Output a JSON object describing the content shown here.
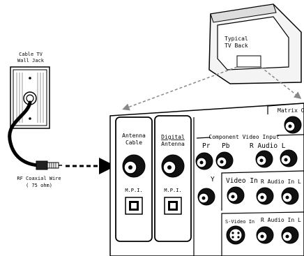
{
  "labels": {
    "wall_jack": [
      "Cable TV",
      "Wall Jack"
    ],
    "coax_wire": [
      "RF Coaxial Wire",
      "( 75 ohm)"
    ],
    "tv_back": [
      "Typical",
      "TV Back"
    ],
    "antenna_cable": [
      "Antenna",
      "Cable"
    ],
    "digital_antenna": [
      "Digital",
      "Antenna"
    ],
    "mpi_1": "M.P.I.",
    "mpi_2": "M.P.I.",
    "component_video_input": "Component Video Input",
    "matrix_out": "Matrix Ou",
    "pr": "Pr",
    "pb": "Pb",
    "r_audio_l": "R Audio L",
    "y": "Y",
    "video_in": "Video In",
    "r_audio_in_l_1": "R Audio In L",
    "s_video_in": "S-Video In",
    "r_audio_in_l_2": "R Audio In L"
  },
  "colors": {
    "line": "#000000",
    "dashed_guide": "#888888",
    "tv_fill": "#f4f4f4",
    "panel_fill": "#ffffff"
  }
}
